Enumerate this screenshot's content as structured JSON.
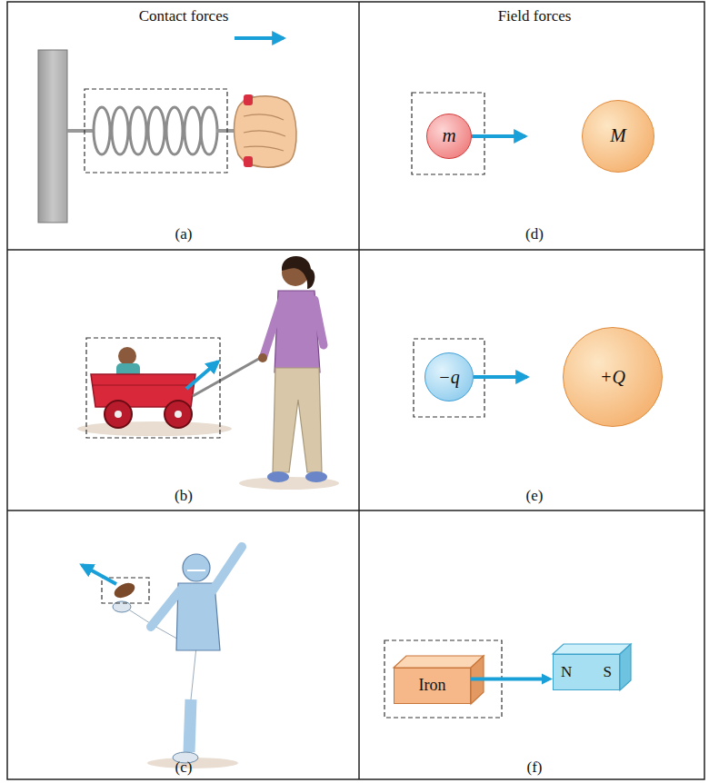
{
  "diagram": {
    "nodes": [
      {
        "text": [
          "m"
        ]
      },
      {
        "text": [
          "M"
        ]
      },
      {
        "text": [
          "−q"
        ]
      },
      {
        "text": [
          "+Q"
        ]
      },
      {
        "text": [
          "Iron"
        ]
      },
      {
        "text": [
          "N",
          "S"
        ]
      }
    ],
    "edges": [
      {
        "from": 4,
        "to": 5,
        "arrow": "to"
      }
    ],
    "labels": [
      "Contact forces",
      "Field forces",
      "(a)",
      "(d)",
      "(b)",
      "(e)",
      "(c)",
      "(f)"
    ]
  }
}
